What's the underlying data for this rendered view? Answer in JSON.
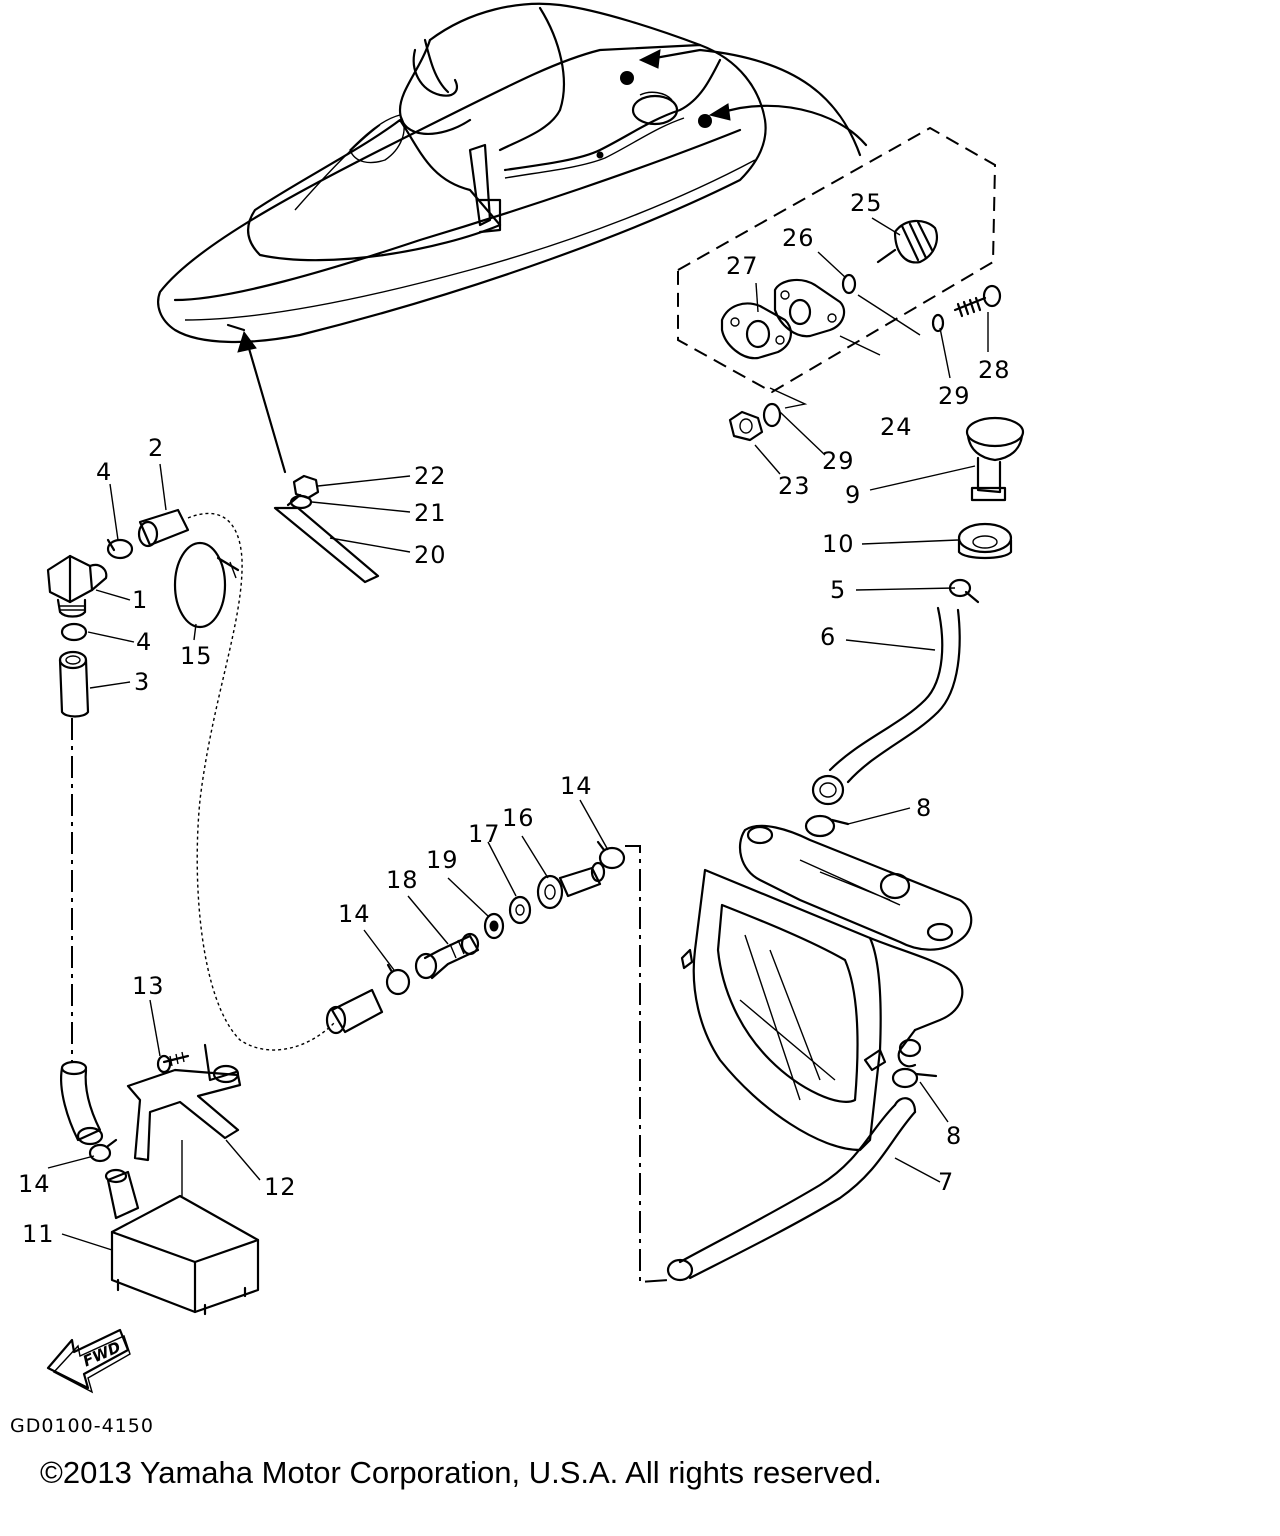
{
  "diagram_code": "GD0100-4150",
  "copyright": "©2013 Yamaha Motor Corporation, U.S.A. All rights reserved.",
  "fwd_arrow": {
    "label": "FWD",
    "icon": "fwd-arrow-icon"
  },
  "callouts": [
    {
      "id": "c25",
      "label": "25"
    },
    {
      "id": "c26",
      "label": "26"
    },
    {
      "id": "c27",
      "label": "27"
    },
    {
      "id": "c28",
      "label": "28"
    },
    {
      "id": "c29a",
      "label": "29"
    },
    {
      "id": "c24",
      "label": "24"
    },
    {
      "id": "c29b",
      "label": "29"
    },
    {
      "id": "c23",
      "label": "23"
    },
    {
      "id": "c9",
      "label": "9"
    },
    {
      "id": "c10",
      "label": "10"
    },
    {
      "id": "c5",
      "label": "5"
    },
    {
      "id": "c6",
      "label": "6"
    },
    {
      "id": "c8a",
      "label": "8"
    },
    {
      "id": "c8b",
      "label": "8"
    },
    {
      "id": "c7",
      "label": "7"
    },
    {
      "id": "c2",
      "label": "2"
    },
    {
      "id": "c4a",
      "label": "4"
    },
    {
      "id": "c1",
      "label": "1"
    },
    {
      "id": "c4b",
      "label": "4"
    },
    {
      "id": "c3",
      "label": "3"
    },
    {
      "id": "c15",
      "label": "15"
    },
    {
      "id": "c22",
      "label": "22"
    },
    {
      "id": "c21",
      "label": "21"
    },
    {
      "id": "c20",
      "label": "20"
    },
    {
      "id": "c14a",
      "label": "14"
    },
    {
      "id": "c16",
      "label": "16"
    },
    {
      "id": "c17",
      "label": "17"
    },
    {
      "id": "c19",
      "label": "19"
    },
    {
      "id": "c18",
      "label": "18"
    },
    {
      "id": "c14b",
      "label": "14"
    },
    {
      "id": "c13",
      "label": "13"
    },
    {
      "id": "c14c",
      "label": "14"
    },
    {
      "id": "c12",
      "label": "12"
    },
    {
      "id": "c11",
      "label": "11"
    }
  ]
}
